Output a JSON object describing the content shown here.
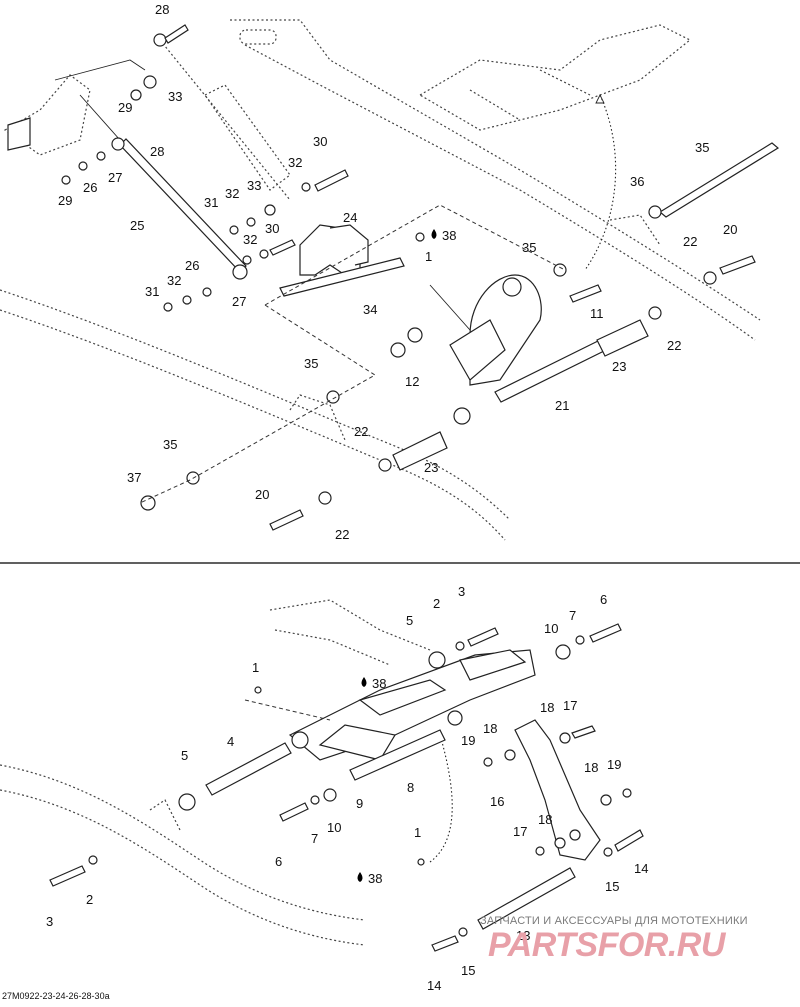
{
  "diagram_code": "27M0922-23-24-26-28-30a",
  "watermark": {
    "text": "ЗАПЧАСТИ И АКСЕССУАРЫ ДЛЯ МОТОТЕХНИКИ",
    "logo": "PARTSFOR.RU"
  },
  "top_labels": [
    "28",
    "29",
    "33",
    "28",
    "27",
    "26",
    "29",
    "25",
    "30",
    "32",
    "33",
    "32",
    "31",
    "24",
    "38",
    "1",
    "30",
    "32",
    "26",
    "32",
    "31",
    "27",
    "34",
    "35",
    "36",
    "35",
    "22",
    "20",
    "11",
    "22",
    "23",
    "12",
    "35",
    "21",
    "22",
    "23",
    "35",
    "37",
    "20",
    "22"
  ],
  "bottom_labels": [
    "3",
    "2",
    "5",
    "10",
    "7",
    "6",
    "1",
    "38",
    "4",
    "5",
    "18",
    "17",
    "19",
    "18",
    "8",
    "9",
    "10",
    "7",
    "6",
    "16",
    "18",
    "19",
    "1",
    "17",
    "18",
    "38",
    "3",
    "2",
    "14",
    "15",
    "13",
    "15",
    "14"
  ]
}
